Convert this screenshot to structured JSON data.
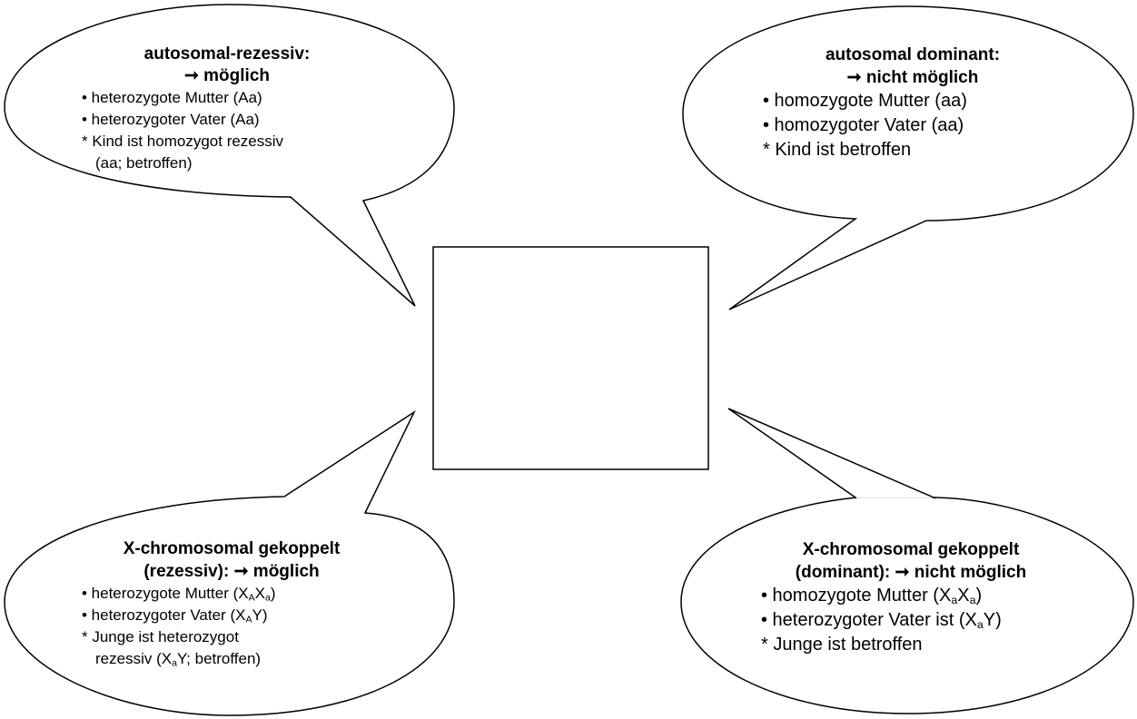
{
  "diagram": {
    "bubbles": [
      {
        "id": "tl",
        "title_lines": [
          "autosomal-rezessiv:",
          "➞ möglich"
        ],
        "items": [
          "• heterozygote Mutter (Aa)",
          "• heterozygoter Vater (Aa)",
          "* Kind ist homozygot rezessiv",
          "(aa; betroffen)"
        ]
      },
      {
        "id": "tr",
        "title_lines": [
          "autosomal dominant:",
          "➞ nicht möglich"
        ],
        "items": [
          "• homozygote Mutter (aa)",
          "• homozygoter Vater (aa)",
          "* Kind ist betroffen"
        ]
      },
      {
        "id": "bl",
        "title_lines": [
          "X-chromosomal gekoppelt",
          "(rezessiv): ➞ möglich"
        ],
        "items": [
          {
            "pre": "• heterozygote Mutter (X",
            "s1": "A",
            "mid": "X",
            "s2": "a",
            "post": ")"
          },
          {
            "pre": "• heterozygoter Vater (X",
            "s1": "A",
            "post": "Y)"
          },
          {
            "text": "* Junge ist heterozygot"
          },
          {
            "pre": "rezessiv (X",
            "s1": "a",
            "post": "Y; betroffen)"
          }
        ]
      },
      {
        "id": "br",
        "title_lines": [
          "X-chromosomal gekoppelt",
          "(dominant): ➞ nicht möglich"
        ],
        "items": [
          {
            "pre": "• homozygote Mutter (X",
            "s1": "a",
            "mid": "X",
            "s2": "a",
            "post": ")"
          },
          {
            "pre": "• heterozygoter Vater ist (X",
            "s1": "a",
            "post": "Y)"
          },
          {
            "text": "* Junge ist betroffen"
          }
        ]
      }
    ]
  }
}
